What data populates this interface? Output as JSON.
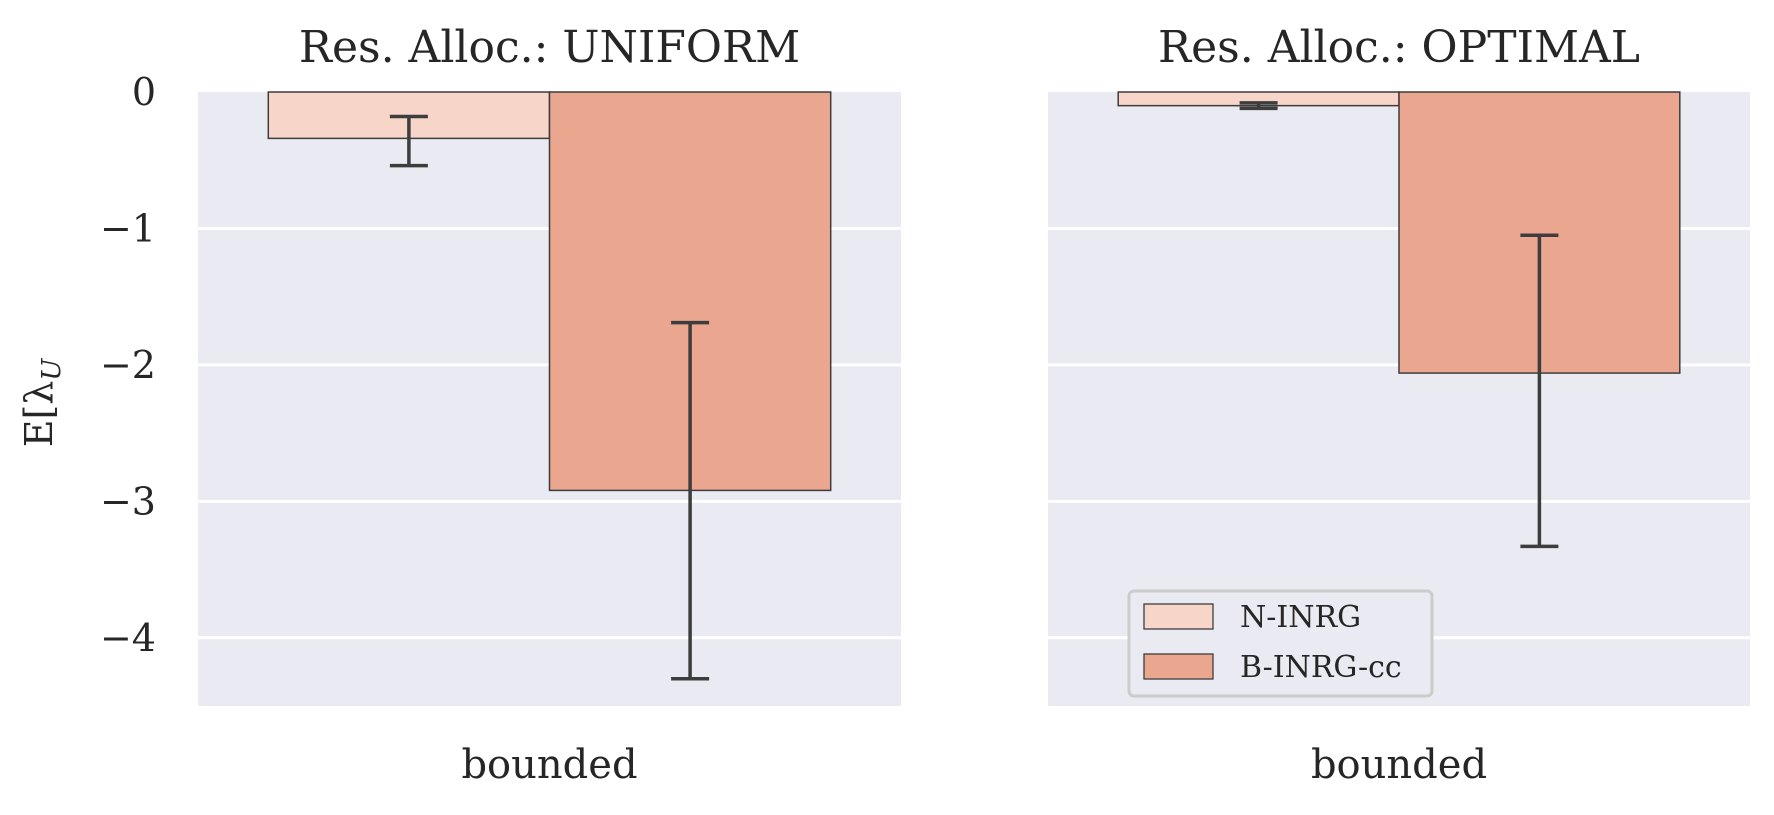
{
  "chart_data": [
    {
      "type": "bar",
      "title": "Res. Alloc.: UNIFORM",
      "categories": [
        "bounded"
      ],
      "ylabel": "E[λU]",
      "ylim": [
        -4.5,
        0
      ],
      "yticks": [
        0,
        -1,
        -2,
        -3,
        -4
      ],
      "ytick_labels": [
        "0",
        "−1",
        "−2",
        "−3",
        "−4"
      ],
      "grid": true,
      "series": [
        {
          "name": "N-INRG",
          "values": [
            -0.34
          ],
          "error_low": [
            -0.54
          ],
          "error_high": [
            -0.18
          ]
        },
        {
          "name": "B-INRG-cc",
          "values": [
            -2.92
          ],
          "error_low": [
            -4.3
          ],
          "error_high": [
            -1.69
          ]
        }
      ]
    },
    {
      "type": "bar",
      "title": "Res. Alloc.: OPTIMAL",
      "categories": [
        "bounded"
      ],
      "ylabel": "",
      "ylim": [
        -4.5,
        0
      ],
      "yticks": [
        0,
        -1,
        -2,
        -3,
        -4
      ],
      "ytick_labels": [
        "",
        "",
        "",
        "",
        ""
      ],
      "grid": true,
      "legend_position": "lower-left",
      "series": [
        {
          "name": "N-INRG",
          "values": [
            -0.1
          ],
          "error_low": [
            -0.12
          ],
          "error_high": [
            -0.08
          ]
        },
        {
          "name": "B-INRG-cc",
          "values": [
            -2.06
          ],
          "error_low": [
            -3.33
          ],
          "error_high": [
            -1.05
          ]
        }
      ]
    }
  ],
  "legend": {
    "entries": [
      {
        "label": "N-INRG",
        "color": "#f7d5c8"
      },
      {
        "label": "B-INRG-cc",
        "color": "#eba68f"
      }
    ]
  },
  "colors": {
    "panel_bg": "#eaeaf2",
    "grid": "#ffffff",
    "errorbar": "#3d3d3d",
    "bar_edge": "#3d3d3d"
  }
}
